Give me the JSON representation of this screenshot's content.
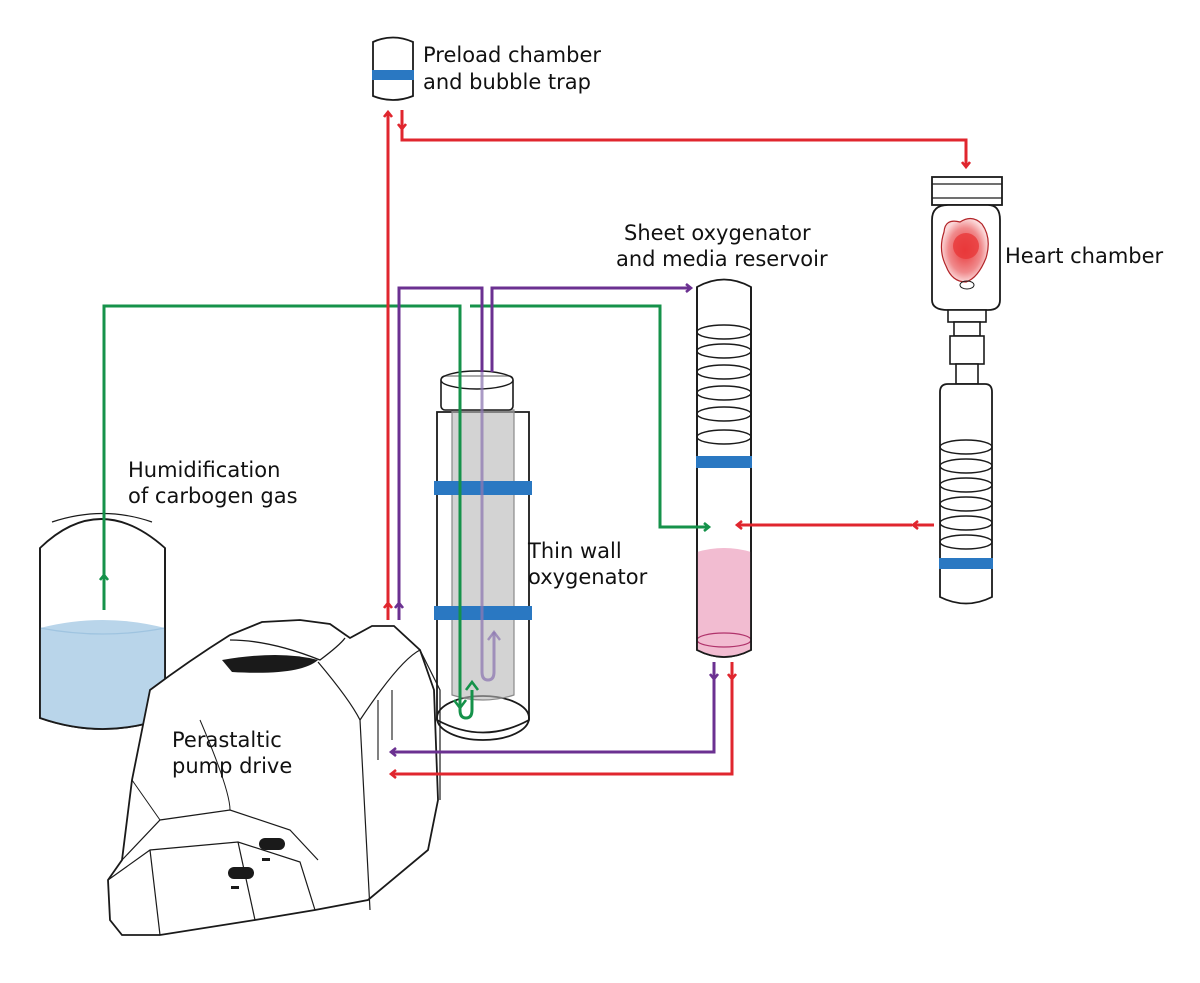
{
  "labels": {
    "preload_line1": "Preload chamber",
    "preload_line2": "and bubble trap",
    "sheet_line1": "Sheet oxygenator",
    "sheet_line2": "and media reservoir",
    "heart": "Heart chamber",
    "humid_line1": "Humidification",
    "humid_line2": "of carbogen gas",
    "thin_line1": "Thin wall",
    "thin_line2": "oxygenator",
    "pump_line1": "Perastaltic",
    "pump_line2": "pump drive"
  },
  "colors": {
    "perfusate_line": "#e0262e",
    "gas_line": "#15924a",
    "return_line": "#6b3191",
    "clamp_band": "#2a78c2",
    "water": "#b9d5ea",
    "media": "#f2bcd1",
    "heart": "#e8383a",
    "outline": "#1a1a1a"
  }
}
